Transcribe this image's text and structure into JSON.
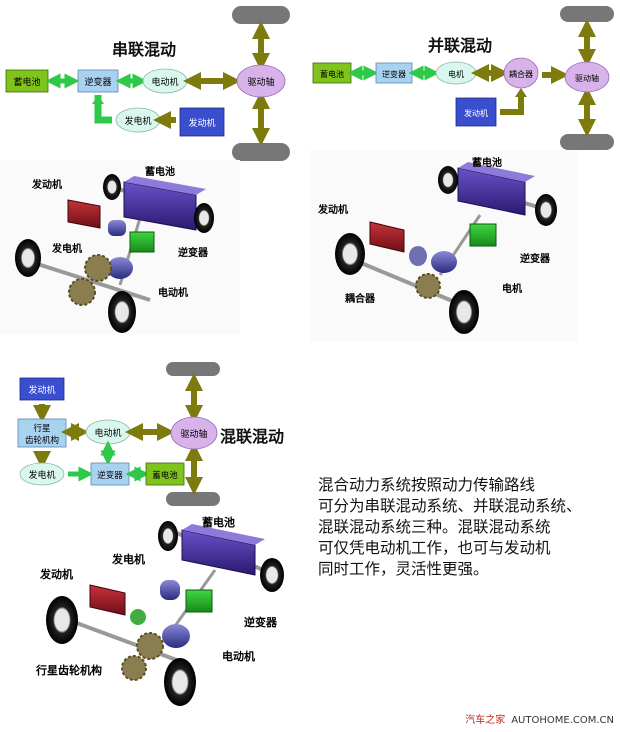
{
  "series_diagram": {
    "title": "串联混动",
    "battery": "蓄电池",
    "inverter": "逆变器",
    "motor": "电动机",
    "axle": "驱动轴",
    "generator": "发电机",
    "engine": "发动机"
  },
  "parallel_diagram": {
    "title": "并联混动",
    "battery": "蓄电池",
    "inverter": "逆变器",
    "motor": "电机",
    "coupler": "耦合器",
    "axle": "驱动轴",
    "engine": "发动机"
  },
  "hybrid_diagram": {
    "title": "混联混动",
    "engine": "发动机",
    "planetary": [
      "行星",
      "齿轮机构"
    ],
    "motor": "电动机",
    "axle": "驱动轴",
    "generator": "发电机",
    "inverter": "逆变器",
    "battery": "蓄电池"
  },
  "series_render": {
    "engine": "发动机",
    "battery": "蓄电池",
    "generator": "发电机",
    "inverter": "逆变器",
    "motor": "电动机"
  },
  "parallel_render": {
    "engine": "发动机",
    "battery": "蓄电池",
    "inverter": "逆变器",
    "motor": "电机",
    "coupler": "耦合器"
  },
  "hybrid_render": {
    "battery": "蓄电池",
    "generator": "发电机",
    "engine": "发动机",
    "inverter": "逆变器",
    "motor": "电动机",
    "planetary": "行星齿轮机构"
  },
  "description": [
    "混合动力系统按照动力传输路线",
    "可分为串联混动系统、并联混动系统、",
    "混联混动系统三种。混联混动系统",
    "可仅凭电动机工作，也可与发动机",
    "同时工作，灵活性更强。"
  ],
  "watermark": {
    "brand": "汽车之家",
    "site": "AUTOHOME.COM.CN"
  },
  "colors": {
    "battery": "#7fc31c",
    "inverter": "#a9d1f0",
    "motor": "#d9f7ef",
    "axle": "#d8b3ea",
    "engine": "#3a4fcf",
    "arrow_green": "#2fc94a",
    "arrow_olive": "#7d7a0e",
    "wheel": "#777777"
  }
}
